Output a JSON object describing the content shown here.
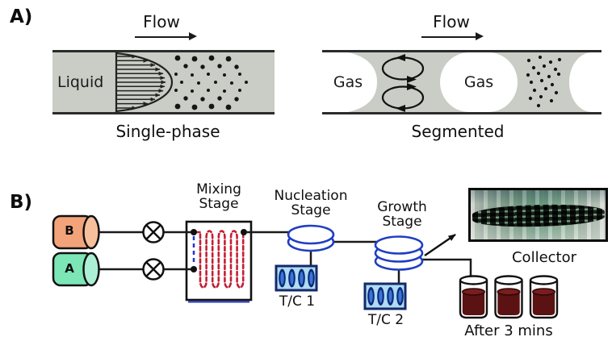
{
  "panel_a": {
    "label": "A)",
    "single_phase": {
      "flow_label": "Flow",
      "fluid_label": "Liquid",
      "caption": "Single-phase"
    },
    "segmented": {
      "flow_label": "Flow",
      "gas_label_1": "Gas",
      "gas_label_2": "Gas",
      "caption": "Segmented"
    }
  },
  "panel_b": {
    "label": "B)",
    "reservoirs": [
      {
        "label": "B",
        "color": "#f2a379",
        "end_color": "#f7c09c"
      },
      {
        "label": "A",
        "color": "#7ce6b7",
        "end_color": "#abf0d4"
      }
    ],
    "mixing_stage": {
      "line1": "Mixing",
      "line2": "Stage"
    },
    "nucleation_stage": {
      "line1": "Nucleation",
      "line2": "Stage"
    },
    "growth_stage": {
      "line1": "Growth",
      "line2": "Stage"
    },
    "thermocouple_1": "T/C 1",
    "thermocouple_2": "T/C 2",
    "collector_label": "Collector",
    "collector_caption": "After 3 mins"
  },
  "colors": {
    "channel_fill": "#c9cdc5",
    "channel_border": "#2b2b2b",
    "coil_blue": "#1f3ec2",
    "serpentine_red": "#c41f33",
    "mixing_blue_dash": "#2236c9",
    "tc_fill": "#aedcf2",
    "tc_border": "#14296b",
    "vial_liquid": "#5a1212",
    "line_black": "#1a1a1a"
  }
}
